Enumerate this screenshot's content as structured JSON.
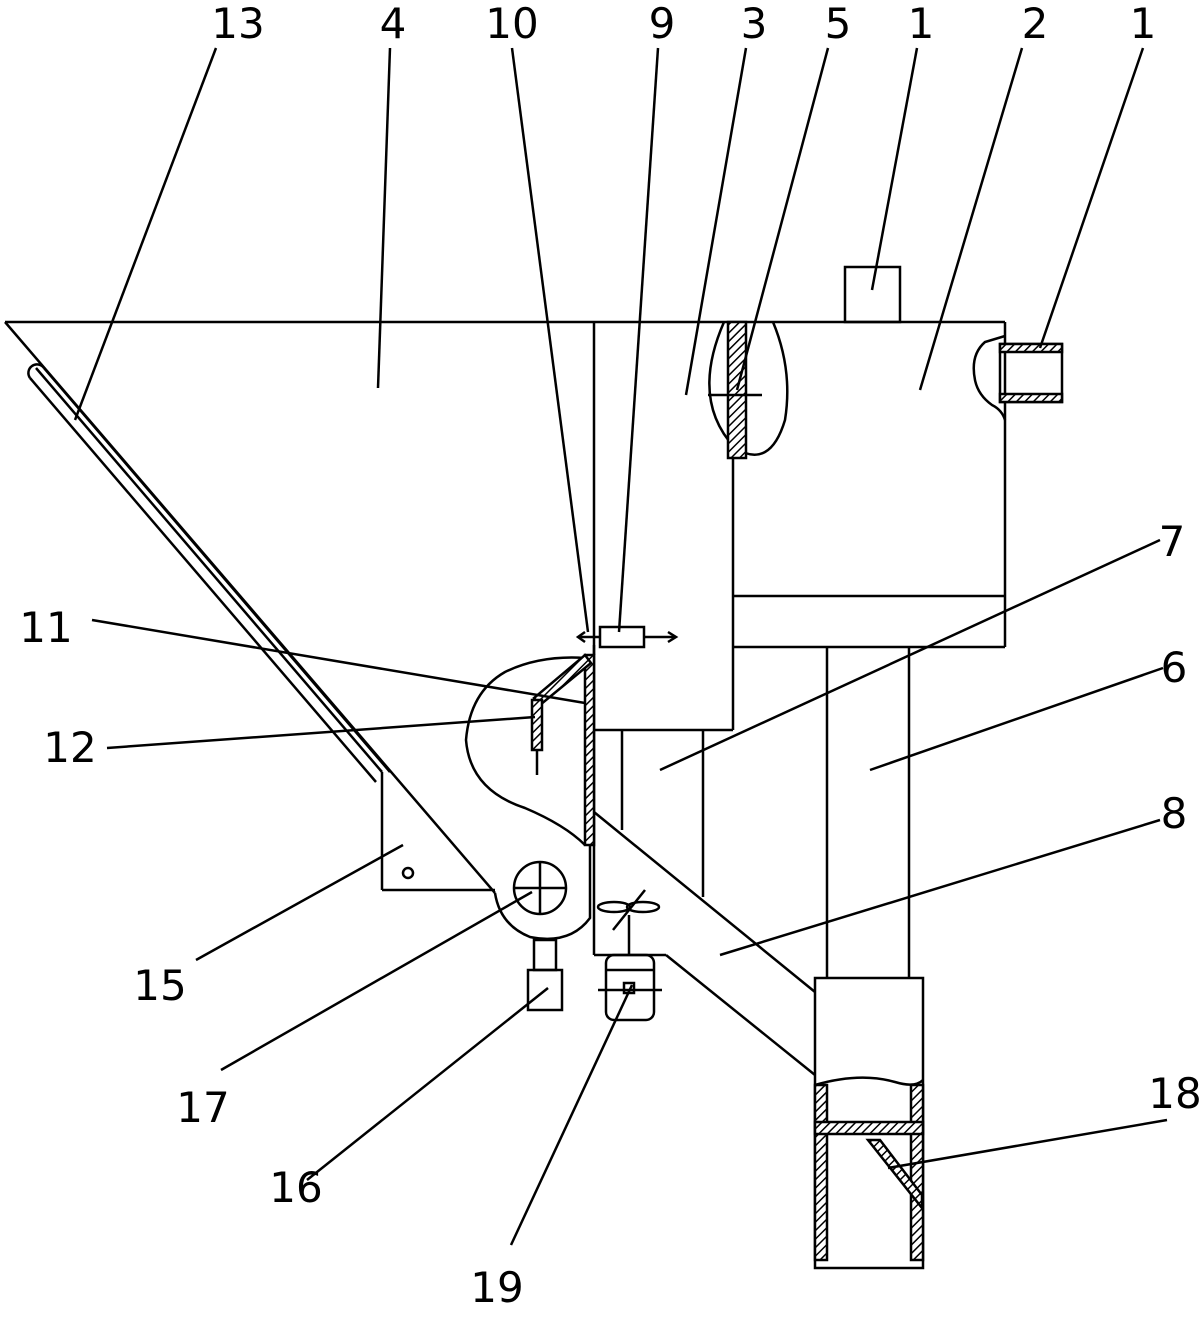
{
  "figure": {
    "background": "#ffffff",
    "stroke": "#000000",
    "labels": {
      "l13": "13",
      "l4": "4",
      "l10": "10",
      "l9": "9",
      "l3": "3",
      "l5": "5",
      "l1a": "1",
      "l2": "2",
      "l1b": "1",
      "l7": "7",
      "l11": "11",
      "l6": "6",
      "l12": "12",
      "l8": "8",
      "l15": "15",
      "l17": "17",
      "l16": "16",
      "l18": "18",
      "l19": "19"
    }
  }
}
